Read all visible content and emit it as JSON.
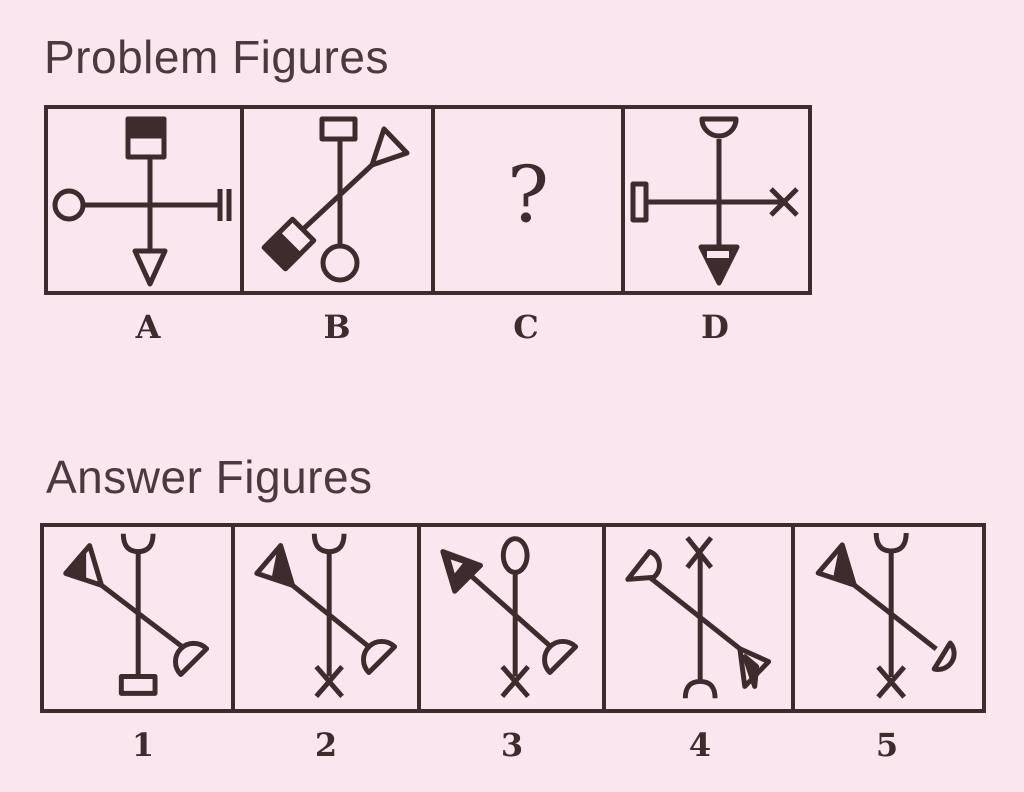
{
  "problem": {
    "heading": "Problem Figures",
    "labels": [
      "A",
      "B",
      "C",
      "D"
    ],
    "missing_symbol": "?"
  },
  "answers": {
    "heading": "Answer Figures",
    "labels": [
      "1",
      "2",
      "3",
      "4",
      "5"
    ]
  },
  "colors": {
    "background": "#f9e6ee",
    "ink": "#3d2b2e"
  }
}
